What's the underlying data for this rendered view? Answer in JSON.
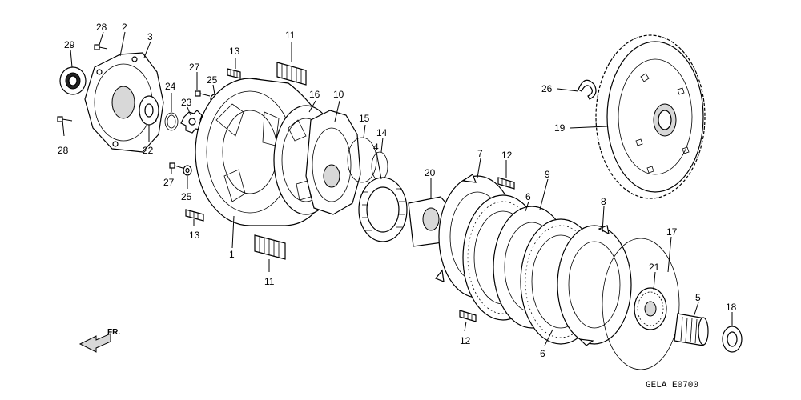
{
  "diagram": {
    "code": "GELA E0700",
    "direction_label": "FR.",
    "callouts": [
      "1",
      "2",
      "3",
      "4",
      "5",
      "6",
      "6",
      "7",
      "8",
      "9",
      "10",
      "11",
      "11",
      "12",
      "12",
      "13",
      "13",
      "14",
      "15",
      "16",
      "17",
      "18",
      "19",
      "20",
      "21",
      "22",
      "23",
      "24",
      "25",
      "25",
      "26",
      "27",
      "27",
      "28",
      "28",
      "29"
    ]
  }
}
